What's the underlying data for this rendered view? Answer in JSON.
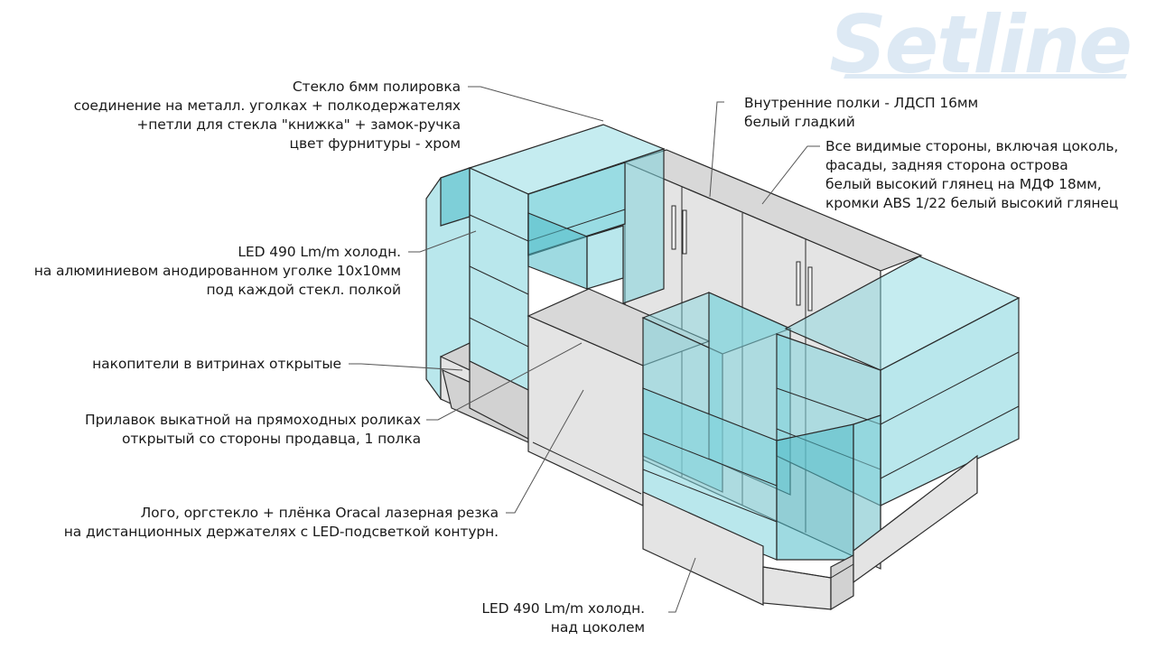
{
  "brand": {
    "logo_text": "Setline",
    "logo_color": "#dde9f4"
  },
  "colors": {
    "glass": "#7fd4dd",
    "glass_dark": "#4fbcc8",
    "panel": "#e4e4e4",
    "panel_side": "#d2d2d2",
    "panel_top": "#d8d8d8",
    "edge": "#2a2a2a",
    "leader": "#555555"
  },
  "annotations": {
    "glass": [
      "Стекло 6мм полировка",
      "соединение на металл. уголках + полкодержателях",
      "+петли для стекла \"книжка\" + замок-ручка",
      "цвет фурнитуры - хром"
    ],
    "inner_shelves": [
      "Внутренние полки - ЛДСП 16мм",
      "белый гладкий"
    ],
    "visible_sides": [
      "Все видимые стороны, включая цоколь,",
      "фасады, задняя сторона острова",
      "белый высокий глянец на МДФ 18мм,",
      "кромки ABS 1/22 белый высокий глянец"
    ],
    "led_shelf": [
      "LED 490 Lm/m холодн.",
      "на алюминиевом анодированном уголке 10х10мм",
      "под каждой стекл. полкой"
    ],
    "storage": [
      "накопители в витринах открытые"
    ],
    "counter": [
      "Прилавок выкатной на прямоходных роликах",
      "открытый со стороны продавца, 1 полка"
    ],
    "logo": [
      "Лого, оргстекло + плёнка Oracal лазерная резка",
      "на дистанционных держателях с LED-подсветкой контурн."
    ],
    "led_plinth": [
      "LED 490 Lm/m холодн.",
      "над цоколем"
    ]
  }
}
